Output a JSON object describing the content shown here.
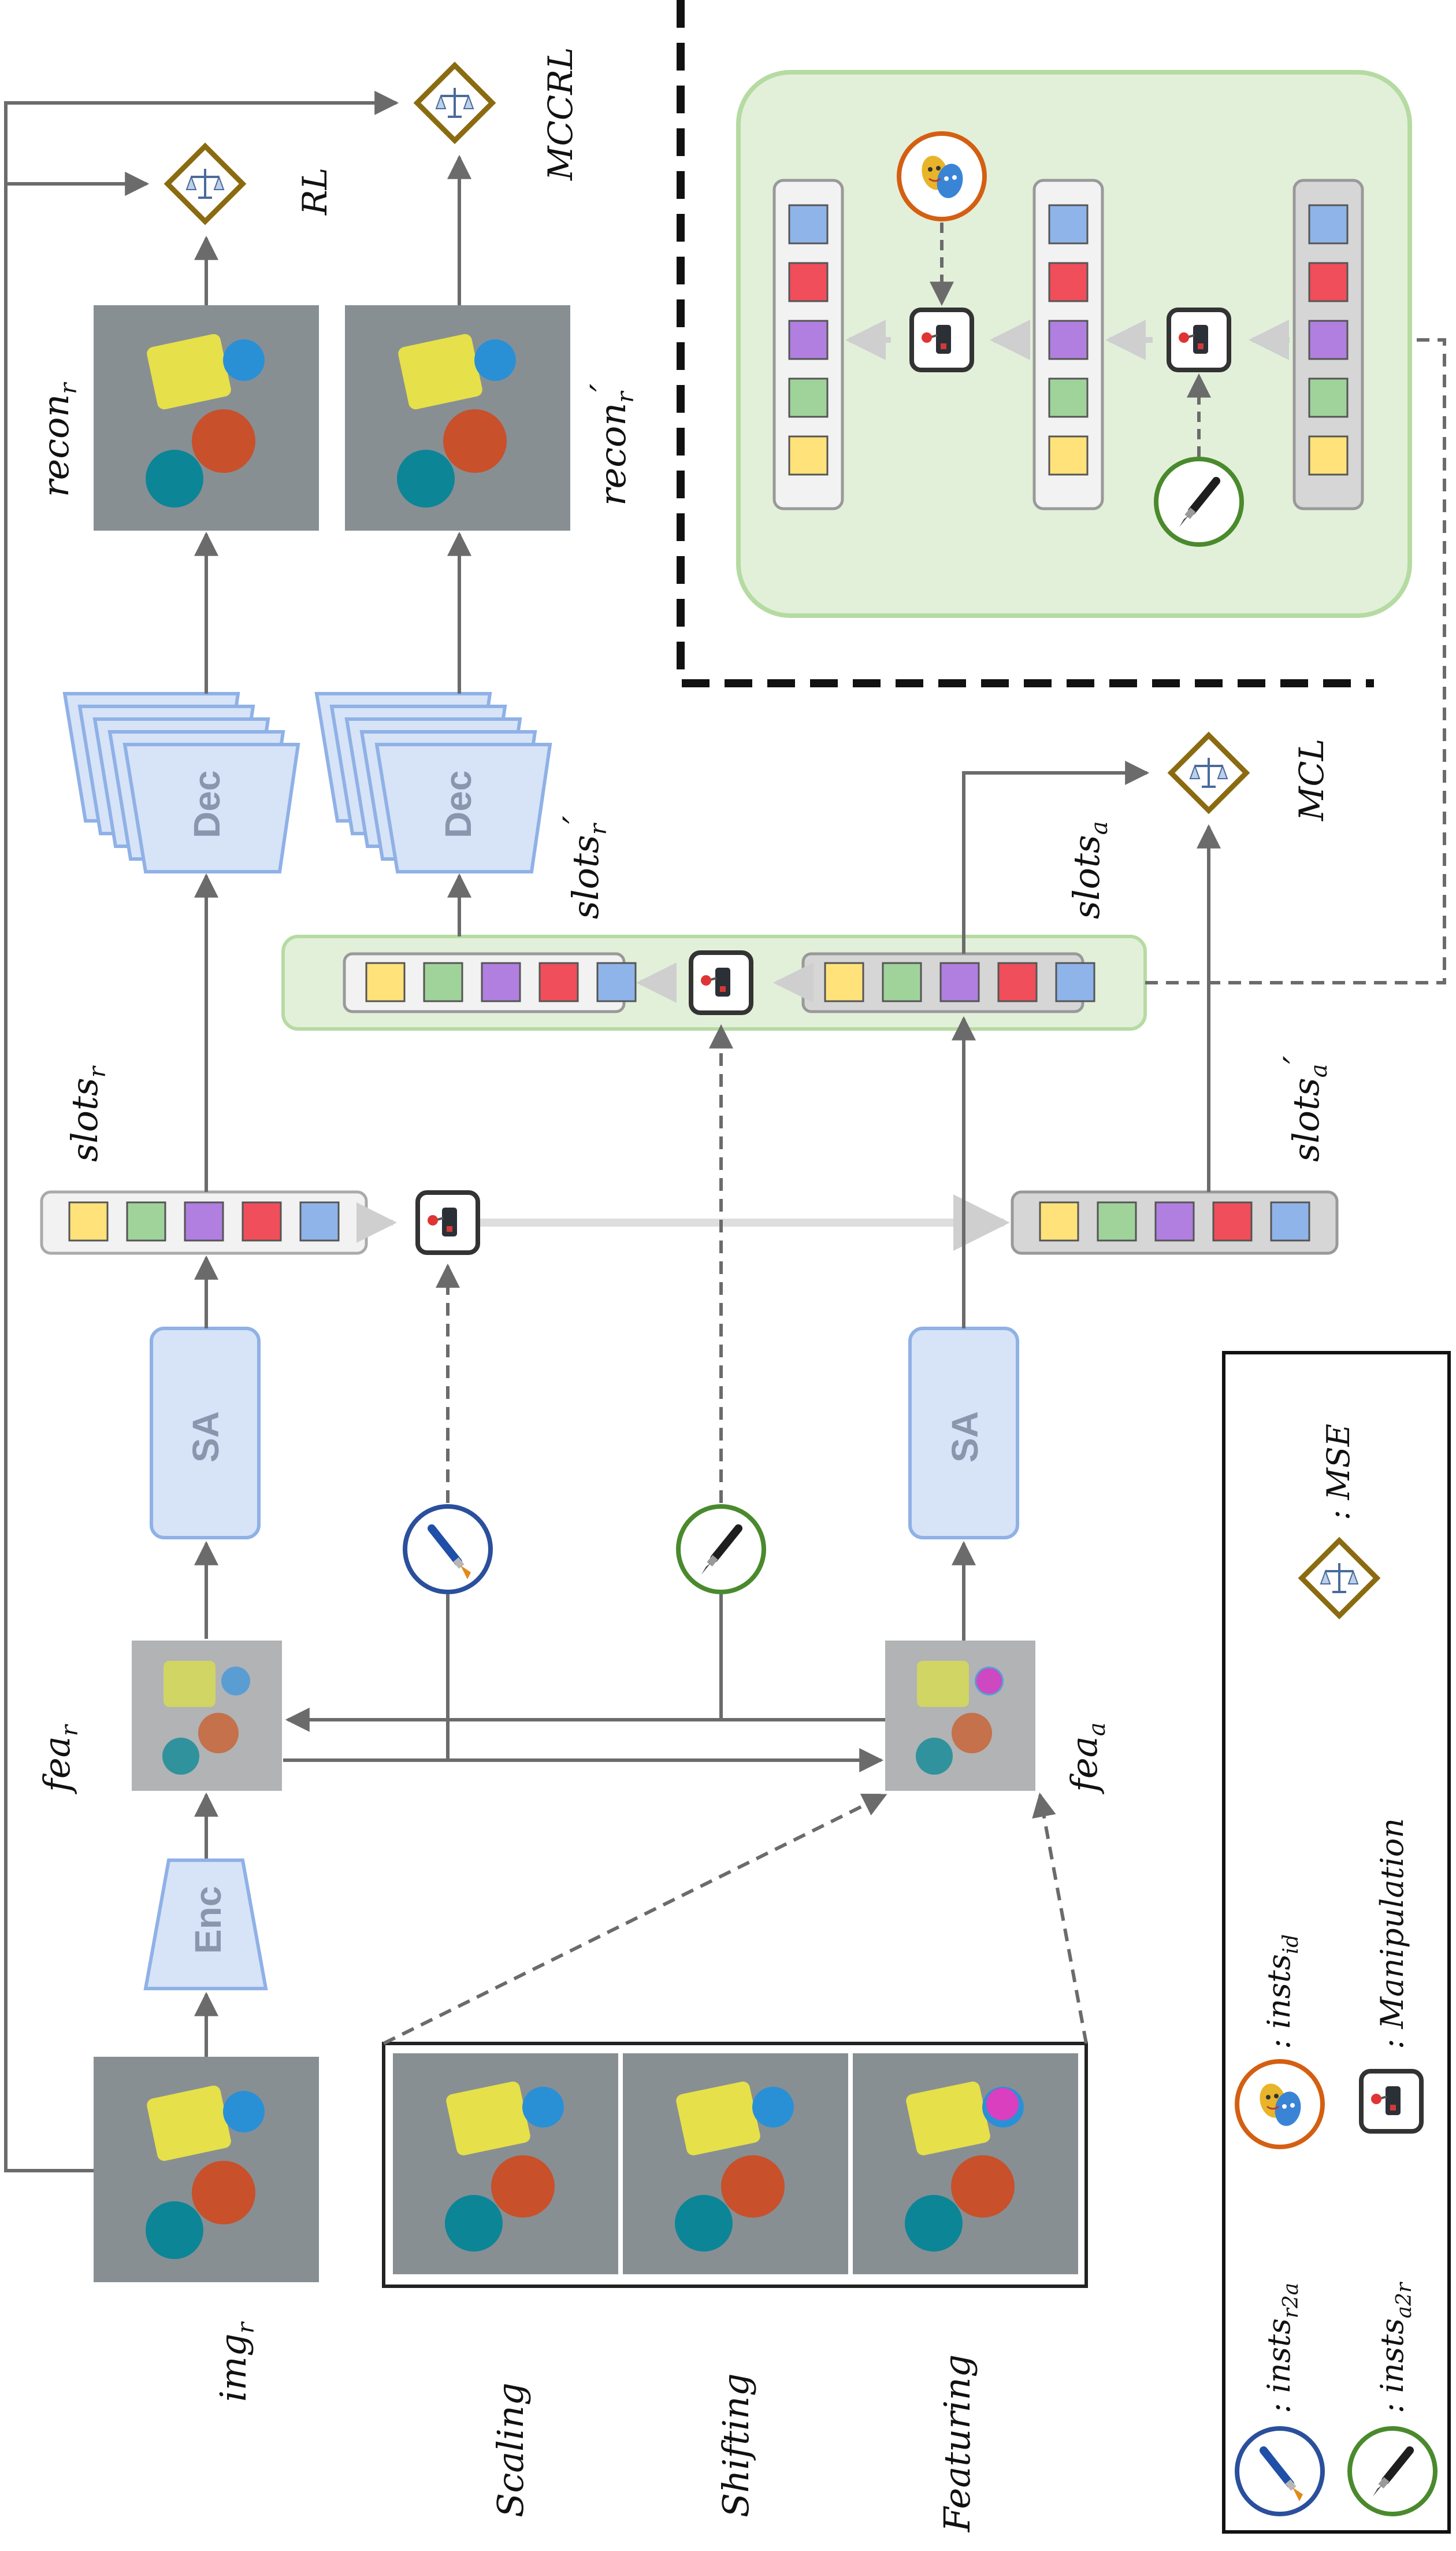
{
  "blocks": {
    "enc": "Enc",
    "sa_top": "SA",
    "sa_bottom": "SA",
    "dec_top": "Dec",
    "dec_bottom": "Dec"
  },
  "labels": {
    "img_r": "img",
    "img_r_sub": "r",
    "fea_r": "fea",
    "fea_r_sub": "r",
    "fea_a": "fea",
    "fea_a_sub": "a",
    "slots_r": "slots",
    "slots_r_sub": "r",
    "slots_r_prime": "slots",
    "slots_r_prime_sub": "r",
    "slots_a": "slots",
    "slots_a_sub": "a",
    "slots_a_prime": "slots",
    "slots_a_prime_sub": "a",
    "recon_r": "recon",
    "recon_r_sub": "r",
    "recon_r_prime": "recon",
    "recon_r_prime_sub": "r",
    "prime": "′"
  },
  "losses": {
    "rl": "RL",
    "mccrl": "MCCRL",
    "mcl": "MCL"
  },
  "augmentations": [
    "Scaling",
    "Shifting",
    "Featuring"
  ],
  "legend": {
    "r2a": ": insts",
    "r2a_sub": "r2a",
    "a2r": ": insts",
    "a2r_sub": "a2r",
    "id": ": insts",
    "id_sub": "id",
    "manipulation": ": Manipulation",
    "mse": ": MSE"
  },
  "colors": {
    "slot_yellow": "#ffe27a",
    "slot_green": "#9fd39a",
    "slot_purple": "#b07fe0",
    "slot_red": "#ef4e5a",
    "slot_blue": "#8fb4ea",
    "block_fill": "#d7e3f7",
    "block_stroke": "#8fb1e6",
    "green_panel": "#e2f0da",
    "green_stroke": "#b5dba2",
    "mse_stroke": "#8b6b10",
    "r2a_ring": "#2a4f9c",
    "a2r_ring": "#4a8a2d",
    "id_ring": "#d45f12"
  },
  "icons": {
    "mse": "balance-scale-icon",
    "r2a": "paintbrush-icon",
    "a2r": "fountain-pen-icon",
    "id": "theater-masks-icon",
    "manipulation": "joystick-icon"
  }
}
